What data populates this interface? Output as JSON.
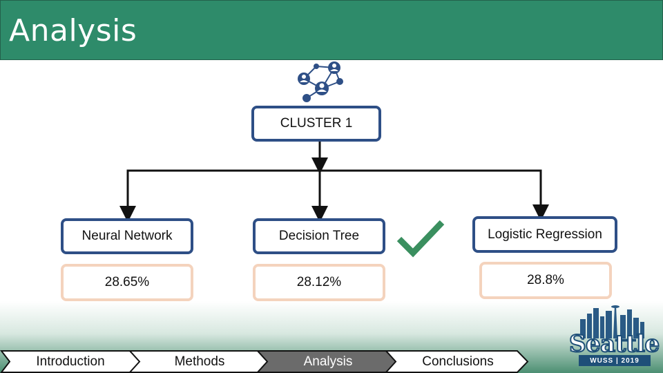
{
  "header": {
    "title": "Analysis"
  },
  "cluster": {
    "label": "CLUSTER 1",
    "icon": "network-people-icon"
  },
  "models": [
    {
      "name": "Neural Network",
      "score": "28.65%"
    },
    {
      "name": "Decision Tree",
      "score": "28.12%"
    },
    {
      "name": "Logistic Regression",
      "score": "28.8%"
    }
  ],
  "selected_indicator": {
    "icon": "checkmark-icon",
    "color": "#3a8f5f"
  },
  "nav": {
    "items": [
      "Introduction",
      "Methods",
      "Analysis",
      "Conclusions"
    ],
    "active": "Analysis"
  },
  "logo": {
    "word": "Seattle",
    "sub": "WUSS | 2019"
  },
  "colors": {
    "title_bar": "#2e8b6a",
    "model_border": "#2e4f86",
    "score_border": "#f4d3bd",
    "nav_active": "#6b6b6b"
  }
}
